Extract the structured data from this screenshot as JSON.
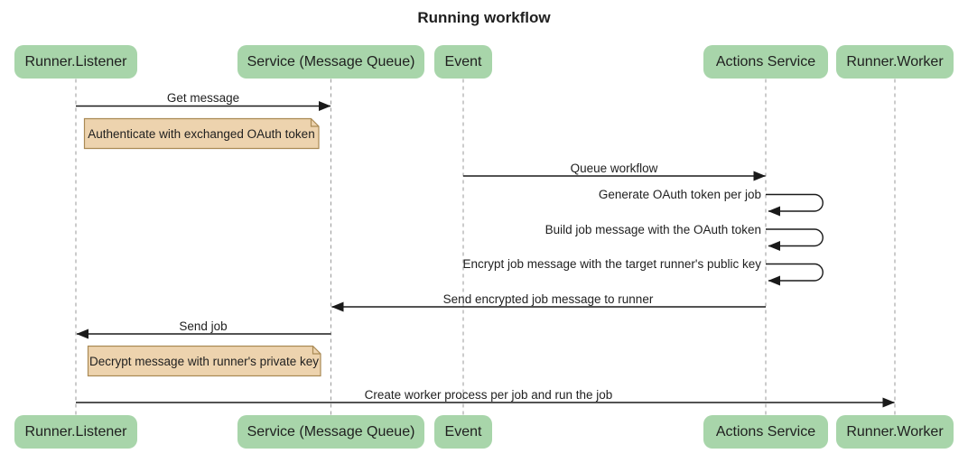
{
  "title": "Running workflow",
  "colors": {
    "actor-fill": "#a8d5aa",
    "note-fill": "#edd3ae",
    "note-border": "#aa8a55",
    "lifeline": "#9a9a9a",
    "arrow": "#1a1a1a",
    "text": "#1f1f1f"
  },
  "participants": [
    {
      "label": "Runner.Listener"
    },
    {
      "label": "Service (Message Queue)"
    },
    {
      "label": "Event"
    },
    {
      "label": "Actions Service"
    },
    {
      "label": "Runner.Worker"
    }
  ],
  "messages": [
    {
      "label": "Get message",
      "from": "Runner.Listener",
      "to": "Service (Message Queue)"
    },
    {
      "label": "Queue workflow",
      "from": "Event",
      "to": "Actions Service"
    },
    {
      "label": "Generate OAuth token per job",
      "from": "Actions Service",
      "to": "Actions Service"
    },
    {
      "label": "Build job message with the OAuth token",
      "from": "Actions Service",
      "to": "Actions Service"
    },
    {
      "label": "Encrypt job message with the target runner's public key",
      "from": "Actions Service",
      "to": "Actions Service"
    },
    {
      "label": "Send encrypted job message to runner",
      "from": "Actions Service",
      "to": "Service (Message Queue)"
    },
    {
      "label": "Send job",
      "from": "Service (Message Queue)",
      "to": "Runner.Listener"
    },
    {
      "label": "Create worker process per job and run the job",
      "from": "Runner.Listener",
      "to": "Runner.Worker"
    }
  ],
  "notes": [
    {
      "text": "Authenticate with exchanged OAuth token",
      "over": "Runner.Listener"
    },
    {
      "text": "Decrypt message with runner's private key",
      "over": "Runner.Listener"
    }
  ]
}
